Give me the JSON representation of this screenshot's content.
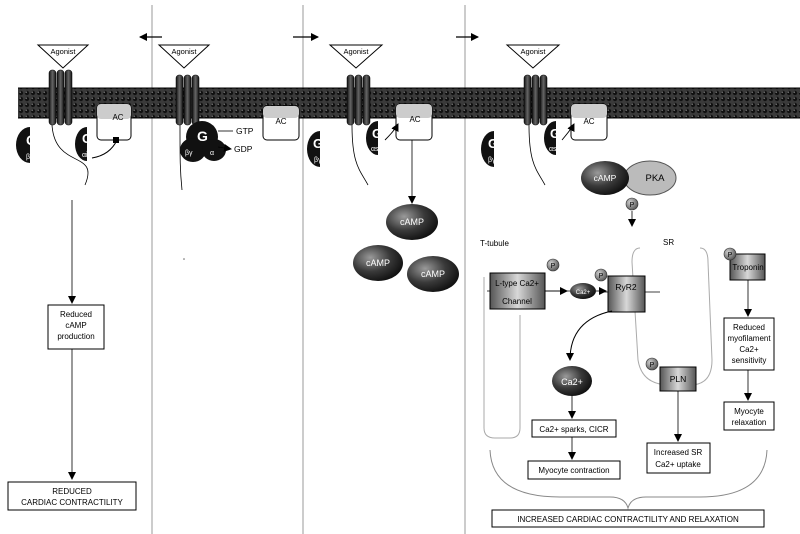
{
  "panel_arrows": [
    "left-arrow",
    "right-arrow",
    "right-arrow"
  ],
  "receptor_label": "Agonist",
  "ac_label": "AC",
  "g_protein": {
    "symbol": "G",
    "beta_gamma": "βγ",
    "alpha_i": "αi",
    "alpha": "α",
    "alpha_s": "αs"
  },
  "gtp_label": "GTP",
  "gdp_label": "GDP",
  "camp_label": "cAMP",
  "pka_label": "PKA",
  "phospho_label": "P",
  "panel1": {
    "box1": [
      "Reduced",
      "cAMP",
      "production"
    ],
    "box2": [
      "REDUCED",
      "CARDIAC CONTRACTILITY"
    ]
  },
  "panel4": {
    "t_tubule": "T-tubule",
    "sr": "SR",
    "l_type_channel": [
      "L-type Ca2+",
      "Channel"
    ],
    "ca_small": "Ca2+",
    "ryr2": "RyR2",
    "ca_large": "Ca2+",
    "sparks": "Ca2+ sparks, CICR",
    "contraction": "Myocyte contraction",
    "pln": "PLN",
    "sr_uptake": [
      "Increased SR",
      "Ca2+ uptake"
    ],
    "troponin": "Troponin",
    "myofilament": [
      "Reduced",
      "myofilament",
      "Ca2+",
      "sensitivity"
    ],
    "relaxation": [
      "Myocyte",
      "relaxation"
    ],
    "overall": "INCREASED CARDIAC CONTRACTILITY AND RELAXATION"
  },
  "colors": {
    "membrane": "#2a2a2a",
    "protein_dark": "#1a1a1a",
    "line": "#000000"
  }
}
